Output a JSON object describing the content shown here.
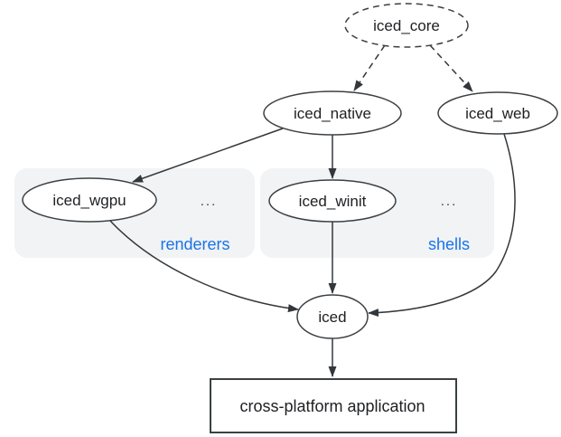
{
  "diagram": {
    "nodes": {
      "iced_core": "iced_core",
      "iced_native": "iced_native",
      "iced_web": "iced_web",
      "iced_wgpu": "iced_wgpu",
      "iced_winit": "iced_winit",
      "iced": "iced",
      "application": "cross-platform application"
    },
    "groups": {
      "renderers": {
        "label": "renderers",
        "more": "..."
      },
      "shells": {
        "label": "shells",
        "more": "..."
      }
    },
    "edges": [
      {
        "from": "iced_core",
        "to": "iced_native",
        "style": "dashed"
      },
      {
        "from": "iced_core",
        "to": "iced_web",
        "style": "dashed"
      },
      {
        "from": "iced_native",
        "to": "iced_wgpu",
        "style": "solid"
      },
      {
        "from": "iced_native",
        "to": "iced_winit",
        "style": "solid"
      },
      {
        "from": "iced_wgpu",
        "to": "iced",
        "style": "solid"
      },
      {
        "from": "iced_winit",
        "to": "iced",
        "style": "solid"
      },
      {
        "from": "iced_web",
        "to": "iced",
        "style": "solid"
      },
      {
        "from": "iced",
        "to": "application",
        "style": "solid"
      }
    ],
    "colors": {
      "group_label": "#1a73e8",
      "group_fill": "#f1f3f4",
      "node_stroke": "#3c4043",
      "edge_stroke": "#33373b",
      "text": "#202124",
      "background": "#ffffff"
    }
  }
}
